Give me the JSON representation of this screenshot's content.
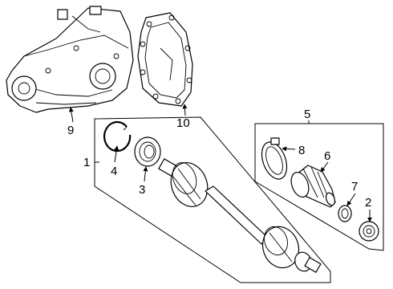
{
  "diagram": {
    "callouts": [
      {
        "id": "differential",
        "number": "9"
      },
      {
        "id": "cover",
        "number": "10"
      },
      {
        "id": "axle-shaft-assembly",
        "number": "1"
      },
      {
        "id": "snap-ring",
        "number": "4"
      },
      {
        "id": "seal",
        "number": "3"
      },
      {
        "id": "boot-kit",
        "number": "5"
      },
      {
        "id": "clamp",
        "number": "8"
      },
      {
        "id": "boot",
        "number": "6"
      },
      {
        "id": "small-clamp",
        "number": "7"
      },
      {
        "id": "bearing-ring",
        "number": "2"
      }
    ]
  }
}
